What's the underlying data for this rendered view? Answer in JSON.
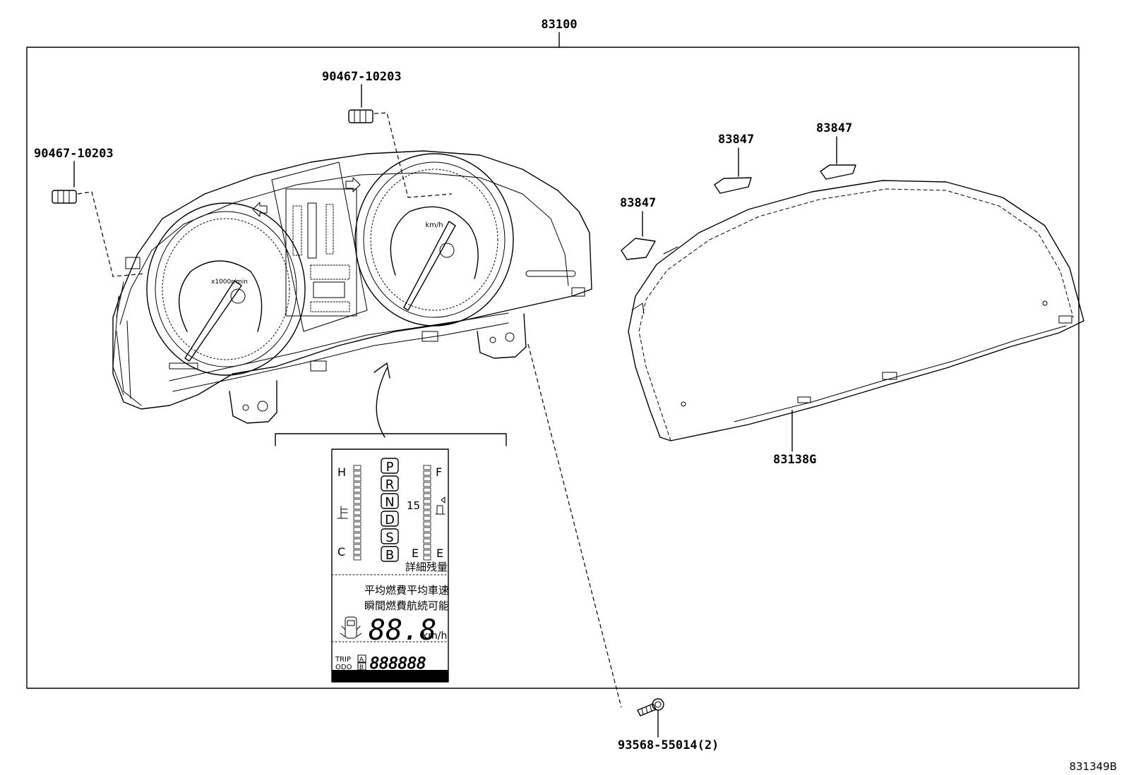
{
  "diagram": {
    "assembly_part": "83100",
    "bulb_socket_left": "90467-10203",
    "bulb_socket_top": "90467-10203",
    "clip_left": "83847",
    "clip_middle": "83847",
    "clip_right": "83847",
    "glass_part": "83138G",
    "screw_part": "93568-55014(2)",
    "figure_ref": "831349B"
  },
  "meter": {
    "tach_unit": "x1000r/min",
    "speed_unit": "km/h"
  },
  "lcd": {
    "temp_hot": "H",
    "temp_cold": "C",
    "gears": [
      "P",
      "R",
      "N",
      "D",
      "S",
      "B"
    ],
    "fuel_full": "F",
    "fuel_empty_left": "E",
    "fuel_empty_right": "E",
    "fuel_level_marker": "15",
    "fuel_detail": "詳細残量",
    "info_row1": "平均燃費平均車速",
    "info_row2": "瞬間燃費航続可能",
    "digits": "88.8",
    "speed_unit": "km/h",
    "trip_label": "TRIP",
    "odo_label": "ODO",
    "trip_a": "A",
    "trip_b": "B",
    "odometer_digits": "888888"
  }
}
